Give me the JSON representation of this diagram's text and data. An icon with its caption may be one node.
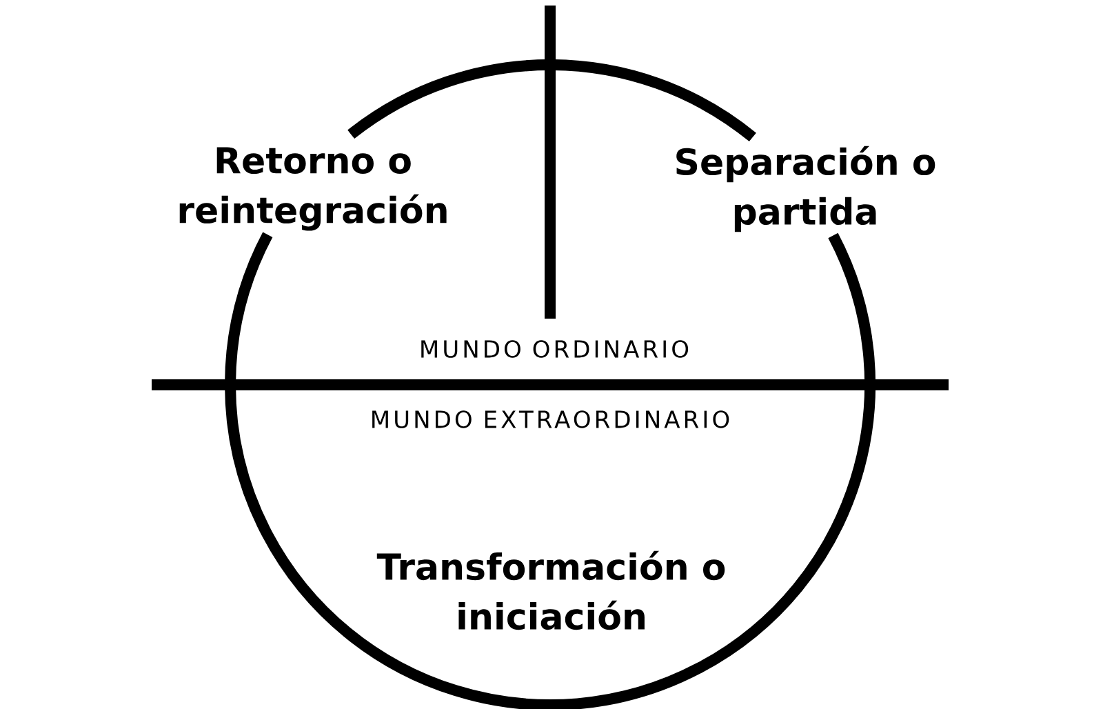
{
  "diagram": {
    "labels": [
      "Retorno o reintegración",
      "Separación o partida",
      "MUNDO ORDINARIO",
      "MUNDO EXTRAORDINARIO",
      "Transformación o iniciación"
    ]
  }
}
